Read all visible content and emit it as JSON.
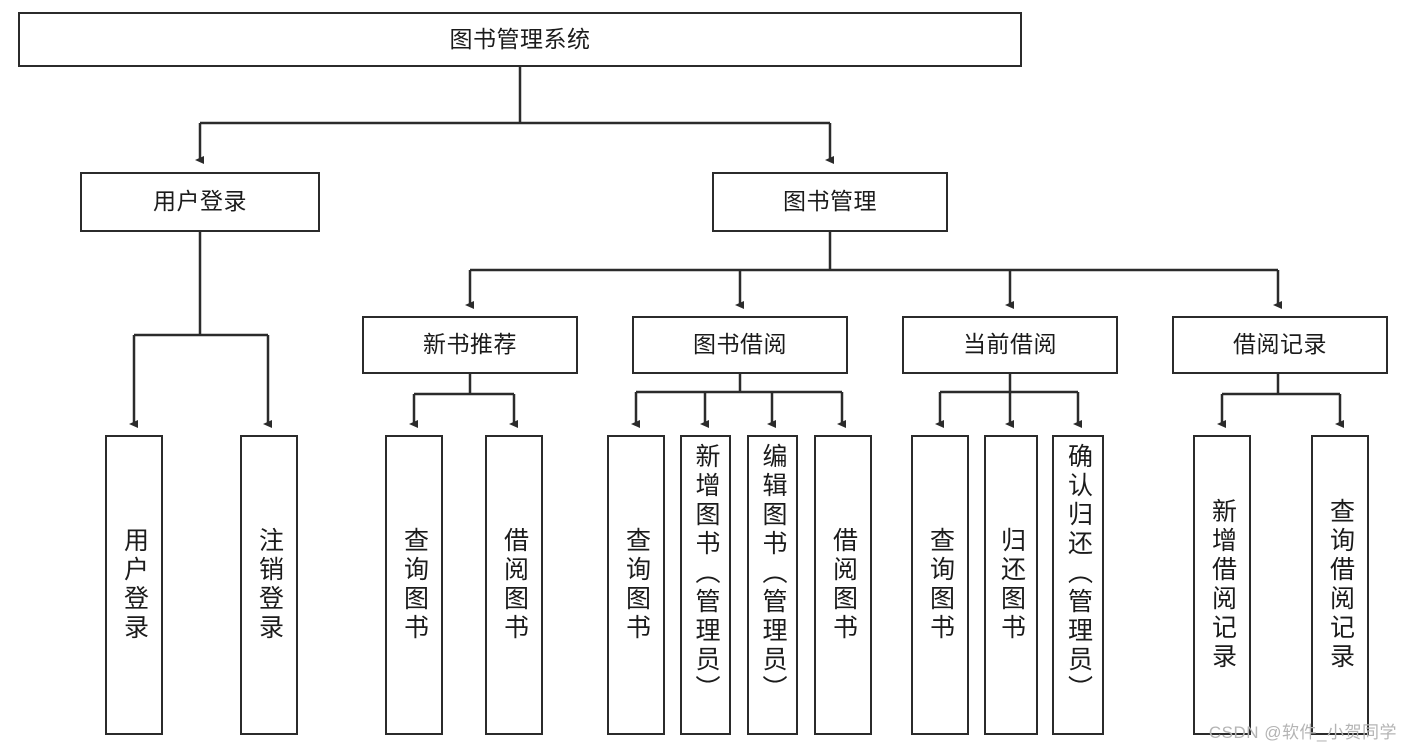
{
  "diagram": {
    "title": "图书管理系统",
    "type": "tree-hierarchy-chart",
    "root": {
      "id": "root",
      "label": "图书管理系统"
    },
    "level2": [
      {
        "id": "user-login",
        "label": "用户登录"
      },
      {
        "id": "book-management",
        "label": "图书管理"
      }
    ],
    "level3": [
      {
        "id": "new-book-recommend",
        "label": "新书推荐",
        "parent": "book-management"
      },
      {
        "id": "book-borrow",
        "label": "图书借阅",
        "parent": "book-management"
      },
      {
        "id": "current-borrow",
        "label": "当前借阅",
        "parent": "book-management"
      },
      {
        "id": "borrow-record",
        "label": "借阅记录",
        "parent": "book-management"
      }
    ],
    "leaves": [
      {
        "id": "leaf-user-login",
        "label": "用户登录",
        "parent": "user-login",
        "align": "centered"
      },
      {
        "id": "leaf-user-logout",
        "label": "注销登录",
        "parent": "user-login",
        "align": "centered"
      },
      {
        "id": "leaf-query-book-1",
        "label": "查询图书",
        "parent": "new-book-recommend",
        "align": "centered"
      },
      {
        "id": "leaf-borrow-book-1",
        "label": "借阅图书",
        "parent": "new-book-recommend",
        "align": "centered"
      },
      {
        "id": "leaf-query-book-2",
        "label": "查询图书",
        "parent": "book-borrow",
        "align": "centered"
      },
      {
        "id": "leaf-add-book",
        "label": "新增图书（管理员）",
        "parent": "book-borrow",
        "align": "top"
      },
      {
        "id": "leaf-edit-book",
        "label": "编辑图书（管理员）",
        "parent": "book-borrow",
        "align": "top"
      },
      {
        "id": "leaf-borrow-book-2",
        "label": "借阅图书",
        "parent": "book-borrow",
        "align": "centered"
      },
      {
        "id": "leaf-query-book-3",
        "label": "查询图书",
        "parent": "current-borrow",
        "align": "centered"
      },
      {
        "id": "leaf-return-book",
        "label": "归还图书",
        "parent": "current-borrow",
        "align": "centered"
      },
      {
        "id": "leaf-confirm-return",
        "label": "确认归还（管理员）",
        "parent": "current-borrow",
        "align": "top"
      },
      {
        "id": "leaf-add-record",
        "label": "新增借阅记录",
        "parent": "borrow-record",
        "align": "centered"
      },
      {
        "id": "leaf-query-record",
        "label": "查询借阅记录",
        "parent": "borrow-record",
        "align": "centered"
      }
    ]
  },
  "watermark": {
    "text": "CSDN @软件_小贺同学"
  },
  "colors": {
    "stroke": "#2b2b2b",
    "fill": "#ffffff",
    "text": "#1b1b1b",
    "watermark": "#b4b4b4"
  }
}
